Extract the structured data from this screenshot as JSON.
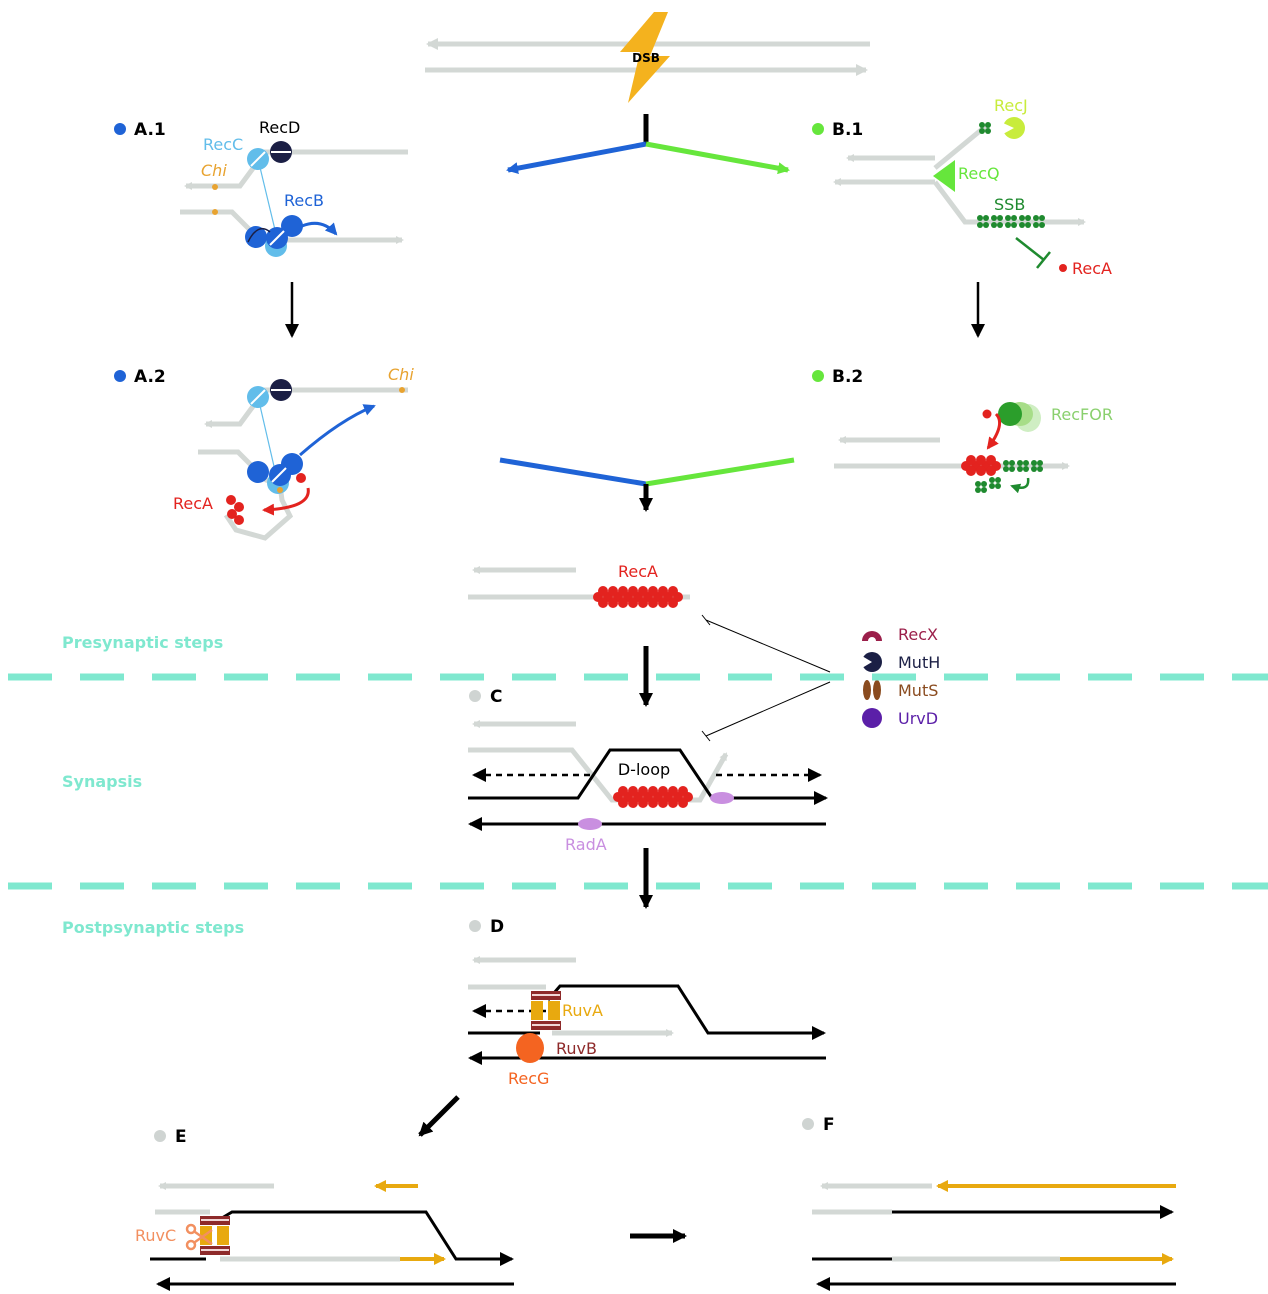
{
  "dsb": "DSB",
  "steps": {
    "a1": "A.1",
    "a2": "A.2",
    "b1": "B.1",
    "b2": "B.2",
    "c": "C",
    "d": "D",
    "e": "E",
    "f": "F"
  },
  "sections": {
    "presynaptic": "Presynaptic steps",
    "synapsis": "Synapsis",
    "postsynaptic": "Postpsynaptic steps"
  },
  "labels": {
    "recc": "RecC",
    "recd": "RecD",
    "chi": "Chi",
    "recb": "RecB",
    "chi2": "Chi",
    "reca_a2": "RecA",
    "recj": "RecJ",
    "recq": "RecQ",
    "ssb": "SSB",
    "reca_b1": "RecA",
    "recfor": "RecFOR",
    "reca_filament": "RecA",
    "dloop": "D-loop",
    "rada": "RadA",
    "ruva": "RuvA",
    "ruvb": "RuvB",
    "recg": "RecG",
    "ruvc": "RuvC"
  },
  "legend": [
    {
      "label": "RecX",
      "color": "#9b1f4a"
    },
    {
      "label": "MutH",
      "color": "#1b1f45"
    },
    {
      "label": "MutS",
      "color": "#8a4b1f"
    },
    {
      "label": "UrvD",
      "color": "#5b1fa8"
    }
  ],
  "colors": {
    "dna": "#d3d8d5",
    "black": "#000000",
    "recbcd_blue": "#1f63d6",
    "recc_light": "#62bdea",
    "green_path": "#66e63c",
    "reca": "#e3231f",
    "ssb": "#1f8a2f",
    "recj": "#c8ec3c",
    "chi": "#e8a330",
    "rada": "#c98fe0",
    "ruv": "#8e2a2a",
    "recg": "#f46421",
    "orange": "#e8a90f",
    "step_dot": "#cfd4d2",
    "section": "#7fe8cf"
  }
}
